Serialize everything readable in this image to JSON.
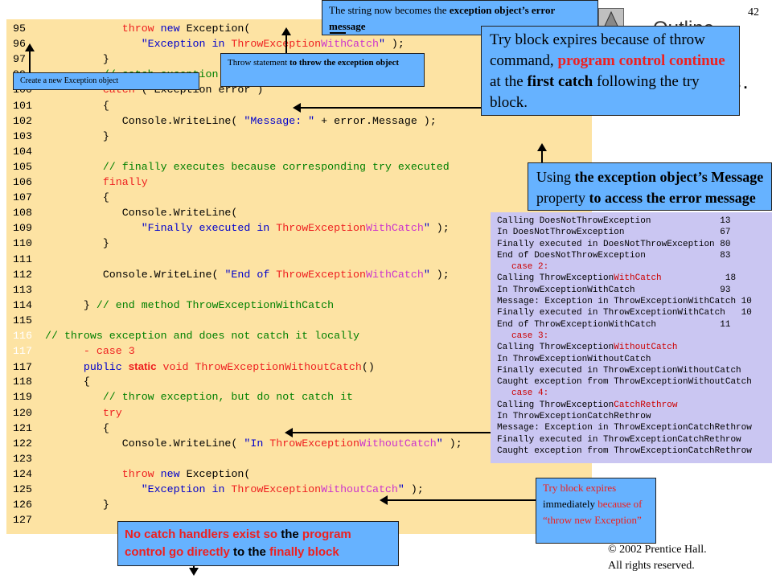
{
  "slide": {
    "page_number": "42",
    "outline_heading": "Outline",
    "copyright_line1": "© 2002 Prentice Hall.",
    "copyright_line2": "All rights reserved.",
    "sidebar_fragment": "as."
  },
  "code": {
    "lines": [
      {
        "n": "95",
        "t": "            throw new Exception("
      },
      {
        "n": "96",
        "t": "               \"Exception in ThrowExceptionWithCatch\" );"
      },
      {
        "n": "97",
        "t": "         }"
      },
      {
        "n": "99",
        "t": "         // catch exception thrown in try block"
      },
      {
        "n": "100",
        "t": "         catch ( Exception error )"
      },
      {
        "n": "101",
        "t": "         {"
      },
      {
        "n": "102",
        "t": "            Console.WriteLine( \"Message: \" + error.Message );"
      },
      {
        "n": "103",
        "t": "         }"
      },
      {
        "n": "104",
        "t": ""
      },
      {
        "n": "105",
        "t": "         // finally executes because corresponding try executed"
      },
      {
        "n": "106",
        "t": "         finally"
      },
      {
        "n": "107",
        "t": "         {"
      },
      {
        "n": "108",
        "t": "            Console.WriteLine("
      },
      {
        "n": "109",
        "t": "               \"Finally executed in ThrowExceptionWithCatch\" );"
      },
      {
        "n": "110",
        "t": "         }"
      },
      {
        "n": "111",
        "t": ""
      },
      {
        "n": "112",
        "t": "         Console.WriteLine( \"End of ThrowExceptionWithCatch\" );"
      },
      {
        "n": "113",
        "t": ""
      },
      {
        "n": "114",
        "t": "      } // end method ThrowExceptionWithCatch"
      },
      {
        "n": "115",
        "t": ""
      },
      {
        "n": "116",
        "t": "// throws exception and does not catch it locally"
      },
      {
        "n": "117",
        "t": "      - case 3"
      },
      {
        "n": "117",
        "t": "      public static void ThrowExceptionWithoutCatch()"
      },
      {
        "n": "118",
        "t": "      {"
      },
      {
        "n": "119",
        "t": "         // throw exception, but do not catch it"
      },
      {
        "n": "120",
        "t": "         try"
      },
      {
        "n": "121",
        "t": "         {"
      },
      {
        "n": "122",
        "t": "            Console.WriteLine( \"In ThrowExceptionWithoutCatch\" );"
      },
      {
        "n": "123",
        "t": ""
      },
      {
        "n": "124",
        "t": "            throw new Exception("
      },
      {
        "n": "125",
        "t": "               \"Exception in ThrowExceptionWithoutCatch\" );"
      },
      {
        "n": "126",
        "t": "         }"
      },
      {
        "n": "127",
        "t": ""
      }
    ]
  },
  "callouts": {
    "string_becomes": {
      "plain1": "The string now becomes the ",
      "bold1": "exception object’s error message"
    },
    "throw_statement": {
      "plain1": "Throw statement ",
      "bold1": "to throw the exception object"
    },
    "create_new": {
      "plain1": "Create a new Exception object"
    },
    "try_expires": {
      "p1": "Try block expires because of throw command, ",
      "r1": "program control continue",
      "p2": " at the ",
      "b1": "first catch",
      "p3": " following the try block."
    },
    "using_message": {
      "p1": "Using ",
      "b1": "the exception object’s Message",
      "p2": " property ",
      "b2": "to access the error message"
    },
    "try_immediately": {
      "r1": "Try block expires",
      "p1": " immediately ",
      "r2": "because of “throw new Exception”"
    },
    "no_catch": {
      "r1": "No catch handlers exist so",
      "p1": " the ",
      "r2": "program control go directly",
      "p2": " to the ",
      "r3": "finally block"
    }
  },
  "output": {
    "lines": [
      {
        "t": "Calling DoesNotThrowException             13"
      },
      {
        "t": "In DoesNotThrowException                  67"
      },
      {
        "t": "Finally executed in DoesNotThrowException 80"
      },
      {
        "t": "End of DoesNotThrowException              83"
      },
      {
        "case": "case 2:"
      },
      {
        "pre": "Calling ThrowException",
        "hl": "WithCatch",
        "post": "            18"
      },
      {
        "t": "In ThrowExceptionWithCatch                93"
      },
      {
        "t": "Message: Exception in ThrowExceptionWithCatch 10"
      },
      {
        "t": "Finally executed in ThrowExceptionWithCatch   10"
      },
      {
        "t": "End of ThrowExceptionWithCatch            11"
      },
      {
        "case": "case 3:"
      },
      {
        "pre": "Calling ThrowException",
        "hl": "WithoutCatch",
        "post": ""
      },
      {
        "t": "In ThrowExceptionWithoutCatch"
      },
      {
        "t": "Finally executed in ThrowExceptionWithoutCatch"
      },
      {
        "t": "Caught exception from ThrowExceptionWithoutCatch"
      },
      {
        "case": "case 4:"
      },
      {
        "pre": "Calling ThrowException",
        "hl": "CatchRethrow",
        "post": ""
      },
      {
        "t": "In ThrowExceptionCatchRethrow"
      },
      {
        "t": "Message: Exception in ThrowExceptionCatchRethrow"
      },
      {
        "t": "Finally executed in ThrowExceptionCatchRethrow"
      },
      {
        "t": "Caught exception from ThrowExceptionCatchRethrow"
      }
    ]
  }
}
